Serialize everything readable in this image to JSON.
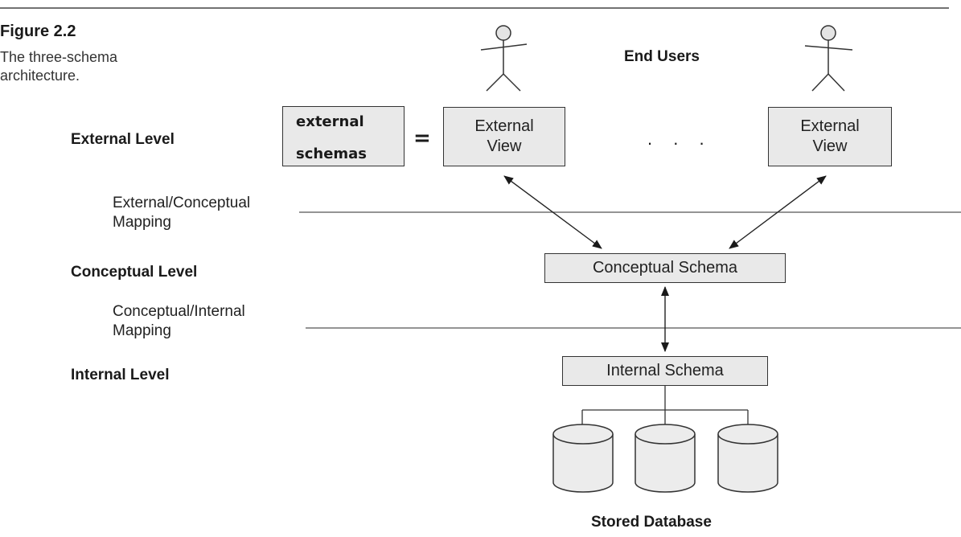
{
  "figure": {
    "number": "Figure 2.2",
    "caption": "The three-schema architecture."
  },
  "levels": {
    "external": "External Level",
    "conceptual": "Conceptual Level",
    "internal": "Internal Level"
  },
  "mappings": {
    "external_conceptual": [
      "External/Conceptual",
      "Mapping"
    ],
    "conceptual_internal": [
      "Conceptual/Internal",
      "Mapping"
    ]
  },
  "annotation": {
    "lines": [
      "external",
      "schemas"
    ],
    "equals": "="
  },
  "end_users_label": "End Users",
  "external_views": [
    {
      "lines": [
        "External",
        "View"
      ]
    },
    {
      "lines": [
        "External",
        "View"
      ]
    }
  ],
  "ellipsis": ". . .",
  "conceptual_schema": "Conceptual Schema",
  "internal_schema": "Internal Schema",
  "stored_database_label": "Stored Database",
  "colors": {
    "box_fill": "#e9e9e9",
    "stroke": "#333333",
    "cylinder_fill": "#ececec"
  }
}
